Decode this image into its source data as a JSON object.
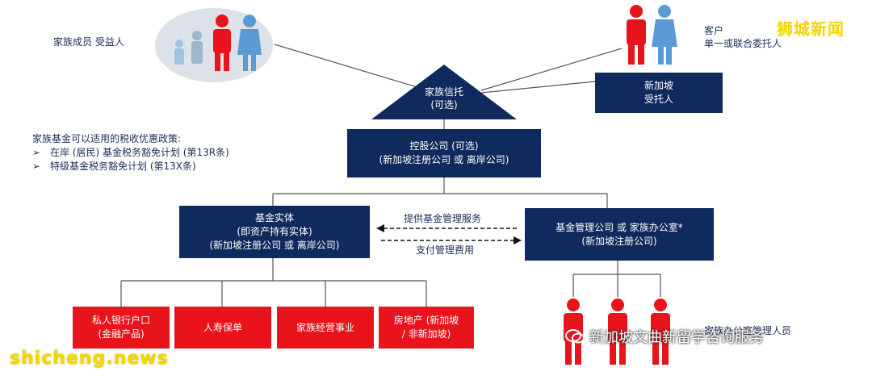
{
  "beneficiary_label": "家族成员  受益人",
  "client_label": [
    "客户",
    "单一或联合委托人"
  ],
  "trust": {
    "line1": "家族信托",
    "line2": "(可选)"
  },
  "trustee": {
    "line1": "新加坡",
    "line2": "受托人"
  },
  "tax_policy": {
    "title": "家族基金可以适用的税收优惠政策:",
    "items": [
      "在岸 (居民) 基金税务豁免计划 (第13R条)",
      "特级基金税务豁免计划 (第13X条)"
    ]
  },
  "holding": {
    "line1": "控股公司  (可选)",
    "line2": "(新加坡注册公司 或 离岸公司)"
  },
  "fund_entity": {
    "line1": "基金实体",
    "line2": "(即资产持有实体)",
    "line3": "(新加坡注册公司 或 离岸公司)"
  },
  "arrow_labels": {
    "top": "提供基金管理服务",
    "bottom": "支付管理费用"
  },
  "manager": {
    "line1": "基金管理公司 或 家族办公室*",
    "line2": "(新加坡注册公司)"
  },
  "assets": [
    {
      "line1": "私人银行户口",
      "line2": "(金融产品)"
    },
    {
      "line1": "人寿保单",
      "line2": ""
    },
    {
      "line1": "家族经营事业",
      "line2": ""
    },
    {
      "line1": "房地产 (新加坡",
      "line2": "/ 非新加坡)"
    }
  ],
  "office_staff_label": "家族办公室管理人员",
  "watermarks": {
    "top_right": "狮城新闻",
    "bottom_left": "shicheng.news",
    "wechat": "新加坡文曲新留学咨询服务"
  },
  "colors": {
    "navy": "#0f2a5c",
    "red": "#e8131b",
    "blue_person": "#5b9bd5",
    "watermark": "#f2d600"
  }
}
